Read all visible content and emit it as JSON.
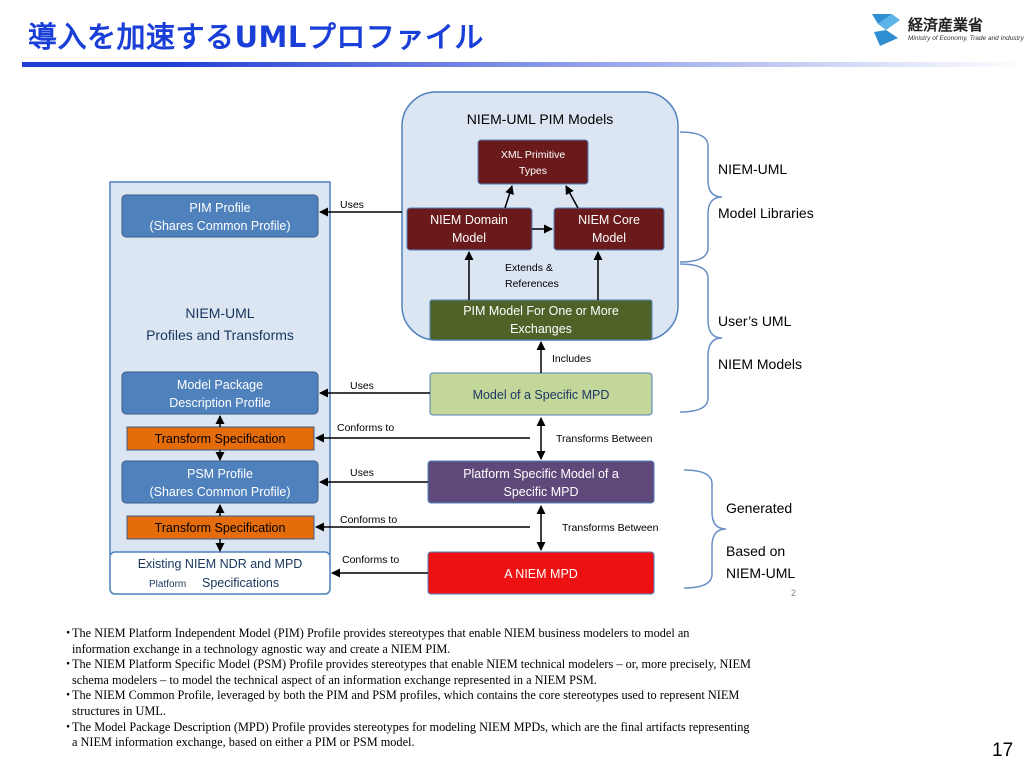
{
  "title": "導入を加速するUMLプロファイル",
  "logo": {
    "text": "経済産業省",
    "subtext": "Ministry of Economy, Trade and Industry"
  },
  "diagram": {
    "pim_models": {
      "title": "NIEM-UML PIM Models",
      "xml_primitive": [
        "XML Primitive",
        "Types"
      ],
      "domain_model": [
        "NIEM Domain",
        "Model"
      ],
      "core_model": [
        "NIEM Core",
        "Model"
      ],
      "extends_label": [
        "Extends &",
        "References"
      ],
      "pim_model_exchanges": [
        "PIM Model For One or More",
        "Exchanges"
      ]
    },
    "profiles": {
      "group_title": [
        "NIEM-UML",
        "Profiles and Transforms"
      ],
      "pim_profile": [
        "PIM Profile",
        "(Shares Common Profile)"
      ],
      "mpd_profile": [
        "Model Package",
        "Description Profile"
      ],
      "transform_spec_1": "Transform Specification",
      "psm_profile": [
        "PSM Profile",
        "(Shares Common Profile)"
      ],
      "transform_spec_2": "Transform Specification",
      "existing_ndr_1": "Existing NIEM NDR and MPD",
      "existing_ndr_2a": "Platform",
      "existing_ndr_2b": "Specifications"
    },
    "center": {
      "specific_mpd": "Model of a Specific MPD",
      "psm_model": [
        "Platform Specific Model of a",
        "Specific MPD"
      ],
      "niem_mpd": "A NIEM MPD"
    },
    "edges": {
      "uses_1": "Uses",
      "uses_2": "Uses",
      "uses_3": "Uses",
      "conforms_1": "Conforms to",
      "conforms_2": "Conforms to",
      "conforms_3": "Conforms to",
      "includes": "Includes",
      "transforms_1": "Transforms Between",
      "transforms_2": "Transforms Between"
    },
    "brackets": {
      "libraries": [
        "NIEM-UML",
        "Model Libraries"
      ],
      "users_models": [
        "User’s UML",
        "NIEM Models"
      ],
      "generated": [
        "Generated",
        "Based on",
        "NIEM-UML"
      ]
    },
    "small_page_number": "2"
  },
  "bullets": [
    {
      "marker": "・",
      "line1": "The NIEM Platform Independent Model (PIM) Profile provides stereotypes that enable NIEM business modelers to model an",
      "line2": "information exchange in a technology agnostic way and create a NIEM PIM."
    },
    {
      "marker": "・",
      "line1": "The NIEM Platform Specific Model (PSM) Profile provides stereotypes that enable NIEM technical modelers – or, more precisely, NIEM",
      "line2": "schema modelers – to model the technical aspect of an information exchange represented in a NIEM PSM."
    },
    {
      "marker": "・",
      "line1": "The NIEM Common Profile, leveraged by both the PIM and PSM profiles, which contains the core stereotypes used to represent NIEM",
      "line2": "structures in UML."
    },
    {
      "marker": "・",
      "line1": "The Model Package Description (MPD) Profile provides stereotypes for modeling NIEM MPDs, which are the final artifacts representing",
      "line2": "a NIEM information exchange, based on either a PIM or PSM model."
    }
  ],
  "page_number": "17",
  "colors": {
    "title_blue": "#1a3fd8",
    "dark_red": "#6a1a1a",
    "profile_blue": "#4f81bd",
    "light_blue_bg": "#dce6f2",
    "olive": "#4f6228",
    "light_green": "#c4d79b",
    "purple": "#5f497a",
    "orange": "#e46c0a",
    "red": "#ee1111"
  }
}
